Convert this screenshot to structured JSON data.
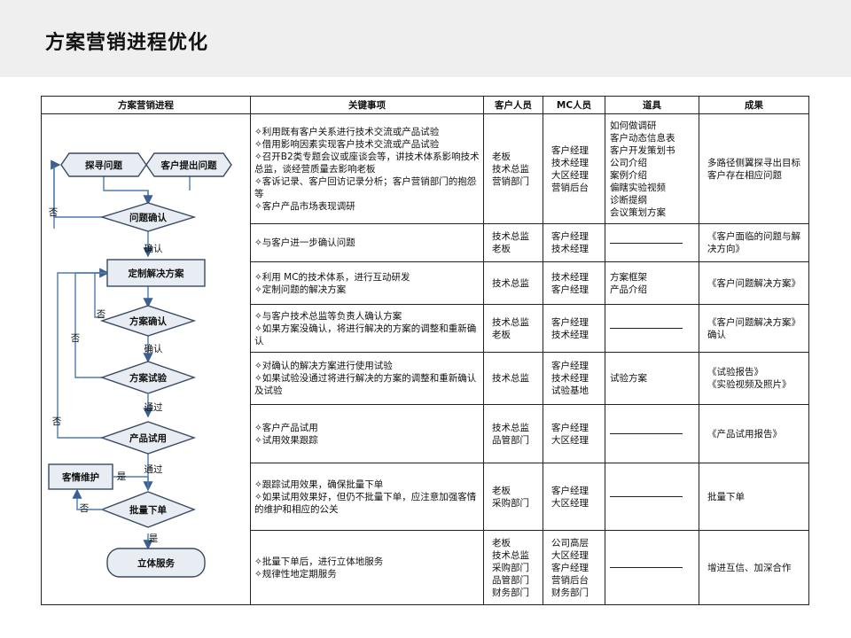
{
  "title": "方案营销进程优化",
  "headers": [
    "方案营销进程",
    "关键事项",
    "客户人员",
    "MC人员",
    "道具",
    "成果"
  ],
  "flow": {
    "seek": "探寻问题",
    "client_raise": "客户提出问题",
    "confirm_problem": "问题确认",
    "make_plan": "定制解决方案",
    "confirm_plan": "方案确认",
    "trial_plan": "方案试验",
    "product_trial": "产品试用",
    "maintain": "客情维护",
    "batch_order": "批量下单",
    "service": "立体服务",
    "yes": "是",
    "no": "否",
    "confirm": "确认",
    "pass": "通过"
  },
  "rows": [
    {
      "key": [
        "✧利用既有客户关系进行技术交流或产品试验",
        "✧借用影响因素实现客户技术交流或产品试验",
        "✧召开B2类专题会议或座谈会等，讲技术体系影响技术总监，谈经营质量去影响老板",
        "✧客诉记录、客户回访记录分析；客户营销部门的抱怨等",
        "✧客户产品市场表现调研"
      ],
      "client": [
        "老板",
        "技术总监",
        "营销部门"
      ],
      "mc": [
        "客户经理",
        "技术经理",
        "大区经理",
        "营销后台"
      ],
      "tools": [
        "如何做调研",
        "客户动态信息表",
        "客户开发策划书",
        "公司介绍",
        "案例介绍",
        "偏瞎实验视频",
        "诊断提纲",
        "会议策划方案"
      ],
      "result": [
        "多路径侧翼探寻出目标客户存在相应问题"
      ]
    },
    {
      "key": [
        "✧与客户进一步确认问题"
      ],
      "client": [
        "技术总监",
        "老板"
      ],
      "mc": [
        "客户经理",
        "技术经理"
      ],
      "tools": [],
      "result": [
        "《客户面临的问题与解决方向》"
      ]
    },
    {
      "key": [
        "✧利用 MC的技术体系，进行互动研发",
        "✧定制问题的解决方案"
      ],
      "client": [
        "技术总监"
      ],
      "mc": [
        "技术经理",
        "客户经理"
      ],
      "tools": [
        "方案框架",
        "产品介绍"
      ],
      "result": [
        "《客户问题解决方案》"
      ]
    },
    {
      "key": [
        "✧与客户技术总监等负责人确认方案",
        "✧如果方案没确认，将进行解决的方案的调整和重新确认"
      ],
      "client": [
        "技术总监",
        "老板"
      ],
      "mc": [
        "客户经理",
        "技术经理"
      ],
      "tools": [],
      "result": [
        "《客户问题解决方案》确认"
      ]
    },
    {
      "key": [
        "✧对确认的解决方案进行使用试验",
        "✧如果试验没通过将进行解决的方案的调整和重新确认及试验"
      ],
      "client": [
        "技术总监"
      ],
      "mc": [
        "客户经理",
        "技术经理",
        "试验基地"
      ],
      "tools": [
        "试验方案"
      ],
      "result": [
        "《试验报告》",
        "《实验视频及照片》"
      ]
    },
    {
      "key": [
        "✧客户产品试用",
        "✧试用效果跟踪"
      ],
      "client": [
        "技术总监",
        "品管部门"
      ],
      "mc": [
        "客户经理",
        "大区经理"
      ],
      "tools": [],
      "result": [
        "《产品试用报告》"
      ]
    },
    {
      "key": [
        "✧跟踪试用效果，确保批量下单",
        "✧如果试用效果好，但仍不批量下单，应注意加强客情的维护和相应的公关"
      ],
      "client": [
        "老板",
        "采购部门"
      ],
      "mc": [
        "客户经理",
        "大区经理"
      ],
      "tools": [],
      "result": [
        "批量下单"
      ]
    },
    {
      "key": [
        "✧批量下单后，进行立体地服务",
        "✧规律性地定期服务"
      ],
      "client": [
        "老板",
        "技术总监",
        "采购部门",
        "品管部门",
        "财务部门"
      ],
      "mc": [
        "公司高层",
        "大区经理",
        "客户经理",
        "营销后台",
        "财务部门"
      ],
      "tools": [],
      "result": [
        "增进互信、加深合作"
      ]
    }
  ]
}
